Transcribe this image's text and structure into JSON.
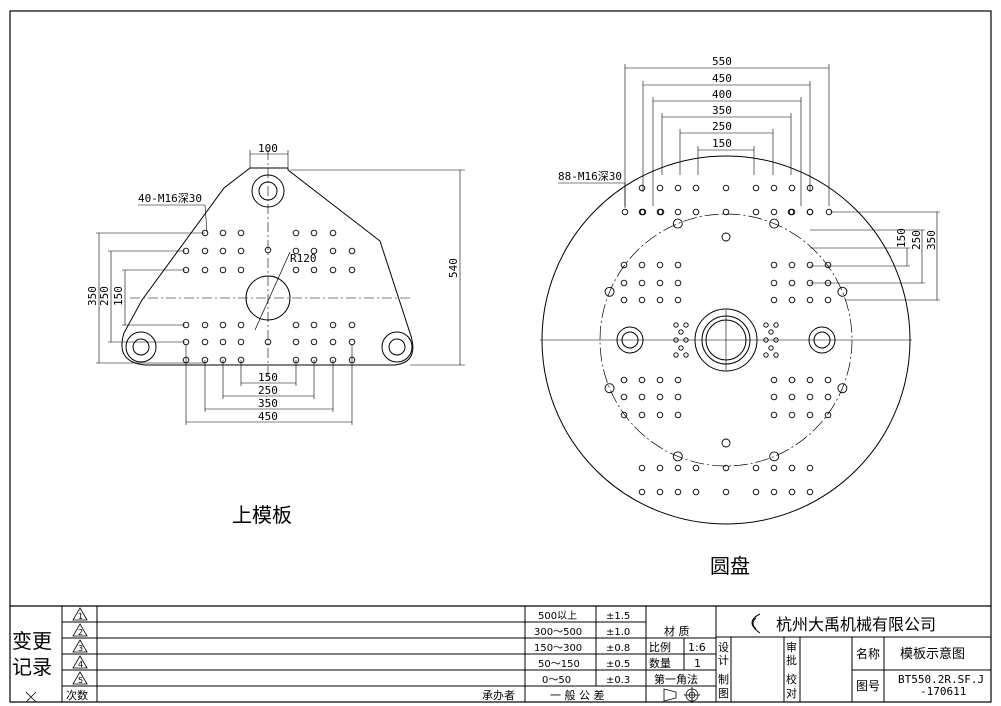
{
  "upper_plate": {
    "label": "上模板",
    "dim_top": "100",
    "dim_bolt": "40-M16深30",
    "dim_radius": "R120",
    "dim_height": "540",
    "dim_v": [
      "350",
      "250",
      "150"
    ],
    "dim_h": [
      "150",
      "250",
      "350",
      "450"
    ]
  },
  "round_plate": {
    "label": "圆盘",
    "dim_bolt": "88-M16深30",
    "dim_h": [
      "550",
      "450",
      "400",
      "350",
      "250",
      "150"
    ],
    "dim_v": [
      "150",
      "250",
      "350"
    ]
  },
  "title_block": {
    "change_record": "变更记录",
    "rev_marks": [
      "1",
      "2",
      "3",
      "4",
      "5"
    ],
    "col_count": "次数",
    "col_handler": "承办者",
    "tolerance_rows": [
      {
        "range": "500以上",
        "tol": "±1.5"
      },
      {
        "range": "300～500",
        "tol": "±1.0"
      },
      {
        "range": "150～300",
        "tol": "±0.8"
      },
      {
        "range": "50～150",
        "tol": "±0.5"
      },
      {
        "range": "0～50",
        "tol": "±0.3"
      }
    ],
    "general_tolerance": "一 般 公 差",
    "material_label": "材 质",
    "scale_label": "比例",
    "scale_value": "1:6",
    "qty_label": "数量",
    "qty_value": "1",
    "projection_label": "第一角法",
    "company": "杭州大禹机械有限公司",
    "design": "设计",
    "drawing": "制图",
    "review": "审批",
    "check": "校对",
    "name_label": "名称",
    "name_value": "模板示意图",
    "drawing_no_label": "图号",
    "drawing_no_1": "BT550.2R.SF.J",
    "drawing_no_2": "-170611"
  }
}
